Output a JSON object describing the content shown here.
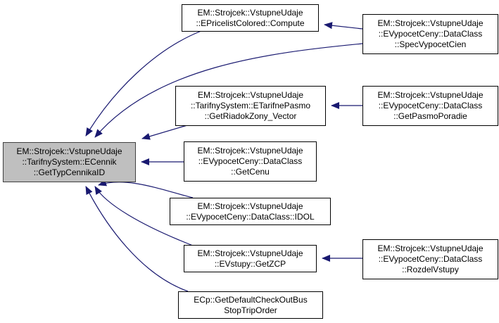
{
  "diagram": {
    "type": "call-graph",
    "edge_color": "#191970",
    "root_fill": "#bfbfbf",
    "nodes": [
      {
        "id": "root",
        "lines": [
          "EM::Strojcek::VstupneUdaje",
          "::TarifnySystem::ECennik",
          "::GetTypCennikaID"
        ],
        "root": true
      },
      {
        "id": "compute",
        "lines": [
          "EM::Strojcek::VstupneUdaje",
          "::EPricelistColored::Compute"
        ]
      },
      {
        "id": "spec",
        "lines": [
          "EM::Strojcek::VstupneUdaje",
          "::EVypocetCeny::DataClass",
          "::SpecVypocetCien"
        ]
      },
      {
        "id": "riadok",
        "lines": [
          "EM::Strojcek::VstupneUdaje",
          "::TarifnySystem::ETarifnePasmo",
          "::GetRiadokZony_Vector"
        ]
      },
      {
        "id": "pasmo",
        "lines": [
          "EM::Strojcek::VstupneUdaje",
          "::EVypocetCeny::DataClass",
          "::GetPasmoPoradie"
        ]
      },
      {
        "id": "getcenu",
        "lines": [
          "EM::Strojcek::VstupneUdaje",
          "::EVypocetCeny::DataClass",
          "::GetCenu"
        ]
      },
      {
        "id": "idol",
        "lines": [
          "EM::Strojcek::VstupneUdaje",
          "::EVypocetCeny::DataClass::IDOL"
        ]
      },
      {
        "id": "zcp",
        "lines": [
          "EM::Strojcek::VstupneUdaje",
          "::EVstupy::GetZCP"
        ]
      },
      {
        "id": "rozdel",
        "lines": [
          "EM::Strojcek::VstupneUdaje",
          "::EVypocetCeny::DataClass",
          "::RozdelVstupy"
        ]
      },
      {
        "id": "ecp",
        "lines": [
          "ECp::GetDefaultCheckOutBus",
          "StopTripOrder"
        ]
      }
    ],
    "edges": [
      {
        "from": "compute",
        "to": "root"
      },
      {
        "from": "spec",
        "to": "compute"
      },
      {
        "from": "spec",
        "to": "root"
      },
      {
        "from": "riadok",
        "to": "root"
      },
      {
        "from": "pasmo",
        "to": "riadok"
      },
      {
        "from": "getcenu",
        "to": "root"
      },
      {
        "from": "idol",
        "to": "root"
      },
      {
        "from": "zcp",
        "to": "root"
      },
      {
        "from": "rozdel",
        "to": "zcp"
      },
      {
        "from": "ecp",
        "to": "root"
      }
    ]
  }
}
